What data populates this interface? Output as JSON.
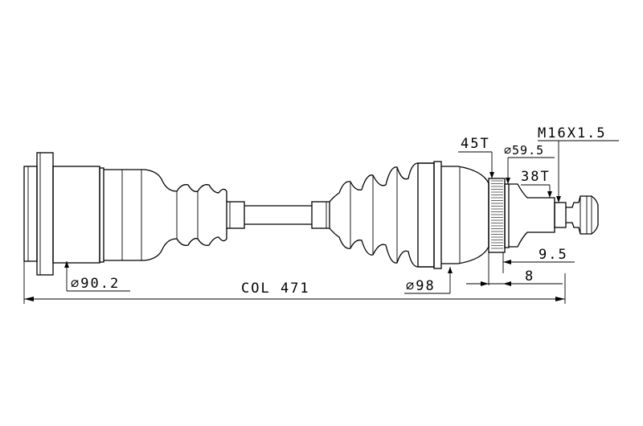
{
  "labels": {
    "spline_outer": "45T",
    "abs_ring_dia": "∅59.5",
    "thread": "M16X1.5",
    "spline_inner": "38T",
    "inner_cup_dia": "∅90.2",
    "overall_length": "COL  471",
    "outer_joint_dia": "∅98",
    "dim_9_5": "9.5",
    "dim_8": "8"
  }
}
